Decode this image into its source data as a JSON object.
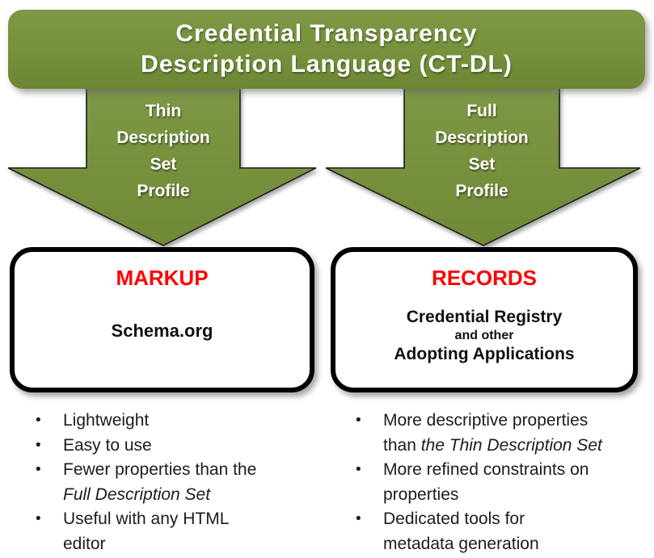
{
  "header": {
    "title": "Credential Transparency\nDescription Language (CT-DL)"
  },
  "arrows": {
    "left": {
      "label": "Thin\nDescription\nSet\nProfile"
    },
    "right": {
      "label": "Full\nDescription\nSet\nProfile"
    }
  },
  "boxes": {
    "left": {
      "heading": "MARKUP",
      "body": "Schema.org"
    },
    "right": {
      "heading": "RECORDS",
      "line1": "Credential Registry",
      "line2": "and other",
      "line3": "Adopting Applications"
    }
  },
  "lists": {
    "bullet_glyph": "•",
    "left": {
      "items": [
        {
          "segments": [
            {
              "t": "Lightweight"
            }
          ]
        },
        {
          "segments": [
            {
              "t": "Easy to use"
            }
          ]
        },
        {
          "segments": [
            {
              "t": "Fewer properties than the"
            },
            {
              "br": true
            },
            {
              "t": "Full Description Set",
              "i": true
            }
          ]
        },
        {
          "segments": [
            {
              "t": "Useful with any HTML"
            },
            {
              "br": true
            },
            {
              "t": "editor"
            }
          ]
        }
      ]
    },
    "right": {
      "items": [
        {
          "segments": [
            {
              "t": "More descriptive properties"
            },
            {
              "br": true
            },
            {
              "t": "than "
            },
            {
              "t": "the Thin Description Set",
              "i": true
            }
          ]
        },
        {
          "segments": [
            {
              "t": "More refined constraints on"
            },
            {
              "br": true
            },
            {
              "t": "properties"
            }
          ]
        },
        {
          "segments": [
            {
              "t": "Dedicated tools for"
            },
            {
              "br": true
            },
            {
              "t": "metadata generation"
            }
          ]
        }
      ]
    }
  },
  "colors": {
    "green": "#78923c",
    "green_light": "#7e9846",
    "green_dark": "#6c8634",
    "heading_red": "#ff0000",
    "text_black": "#1c1c1c",
    "outline_black": "#1c1c1c"
  }
}
